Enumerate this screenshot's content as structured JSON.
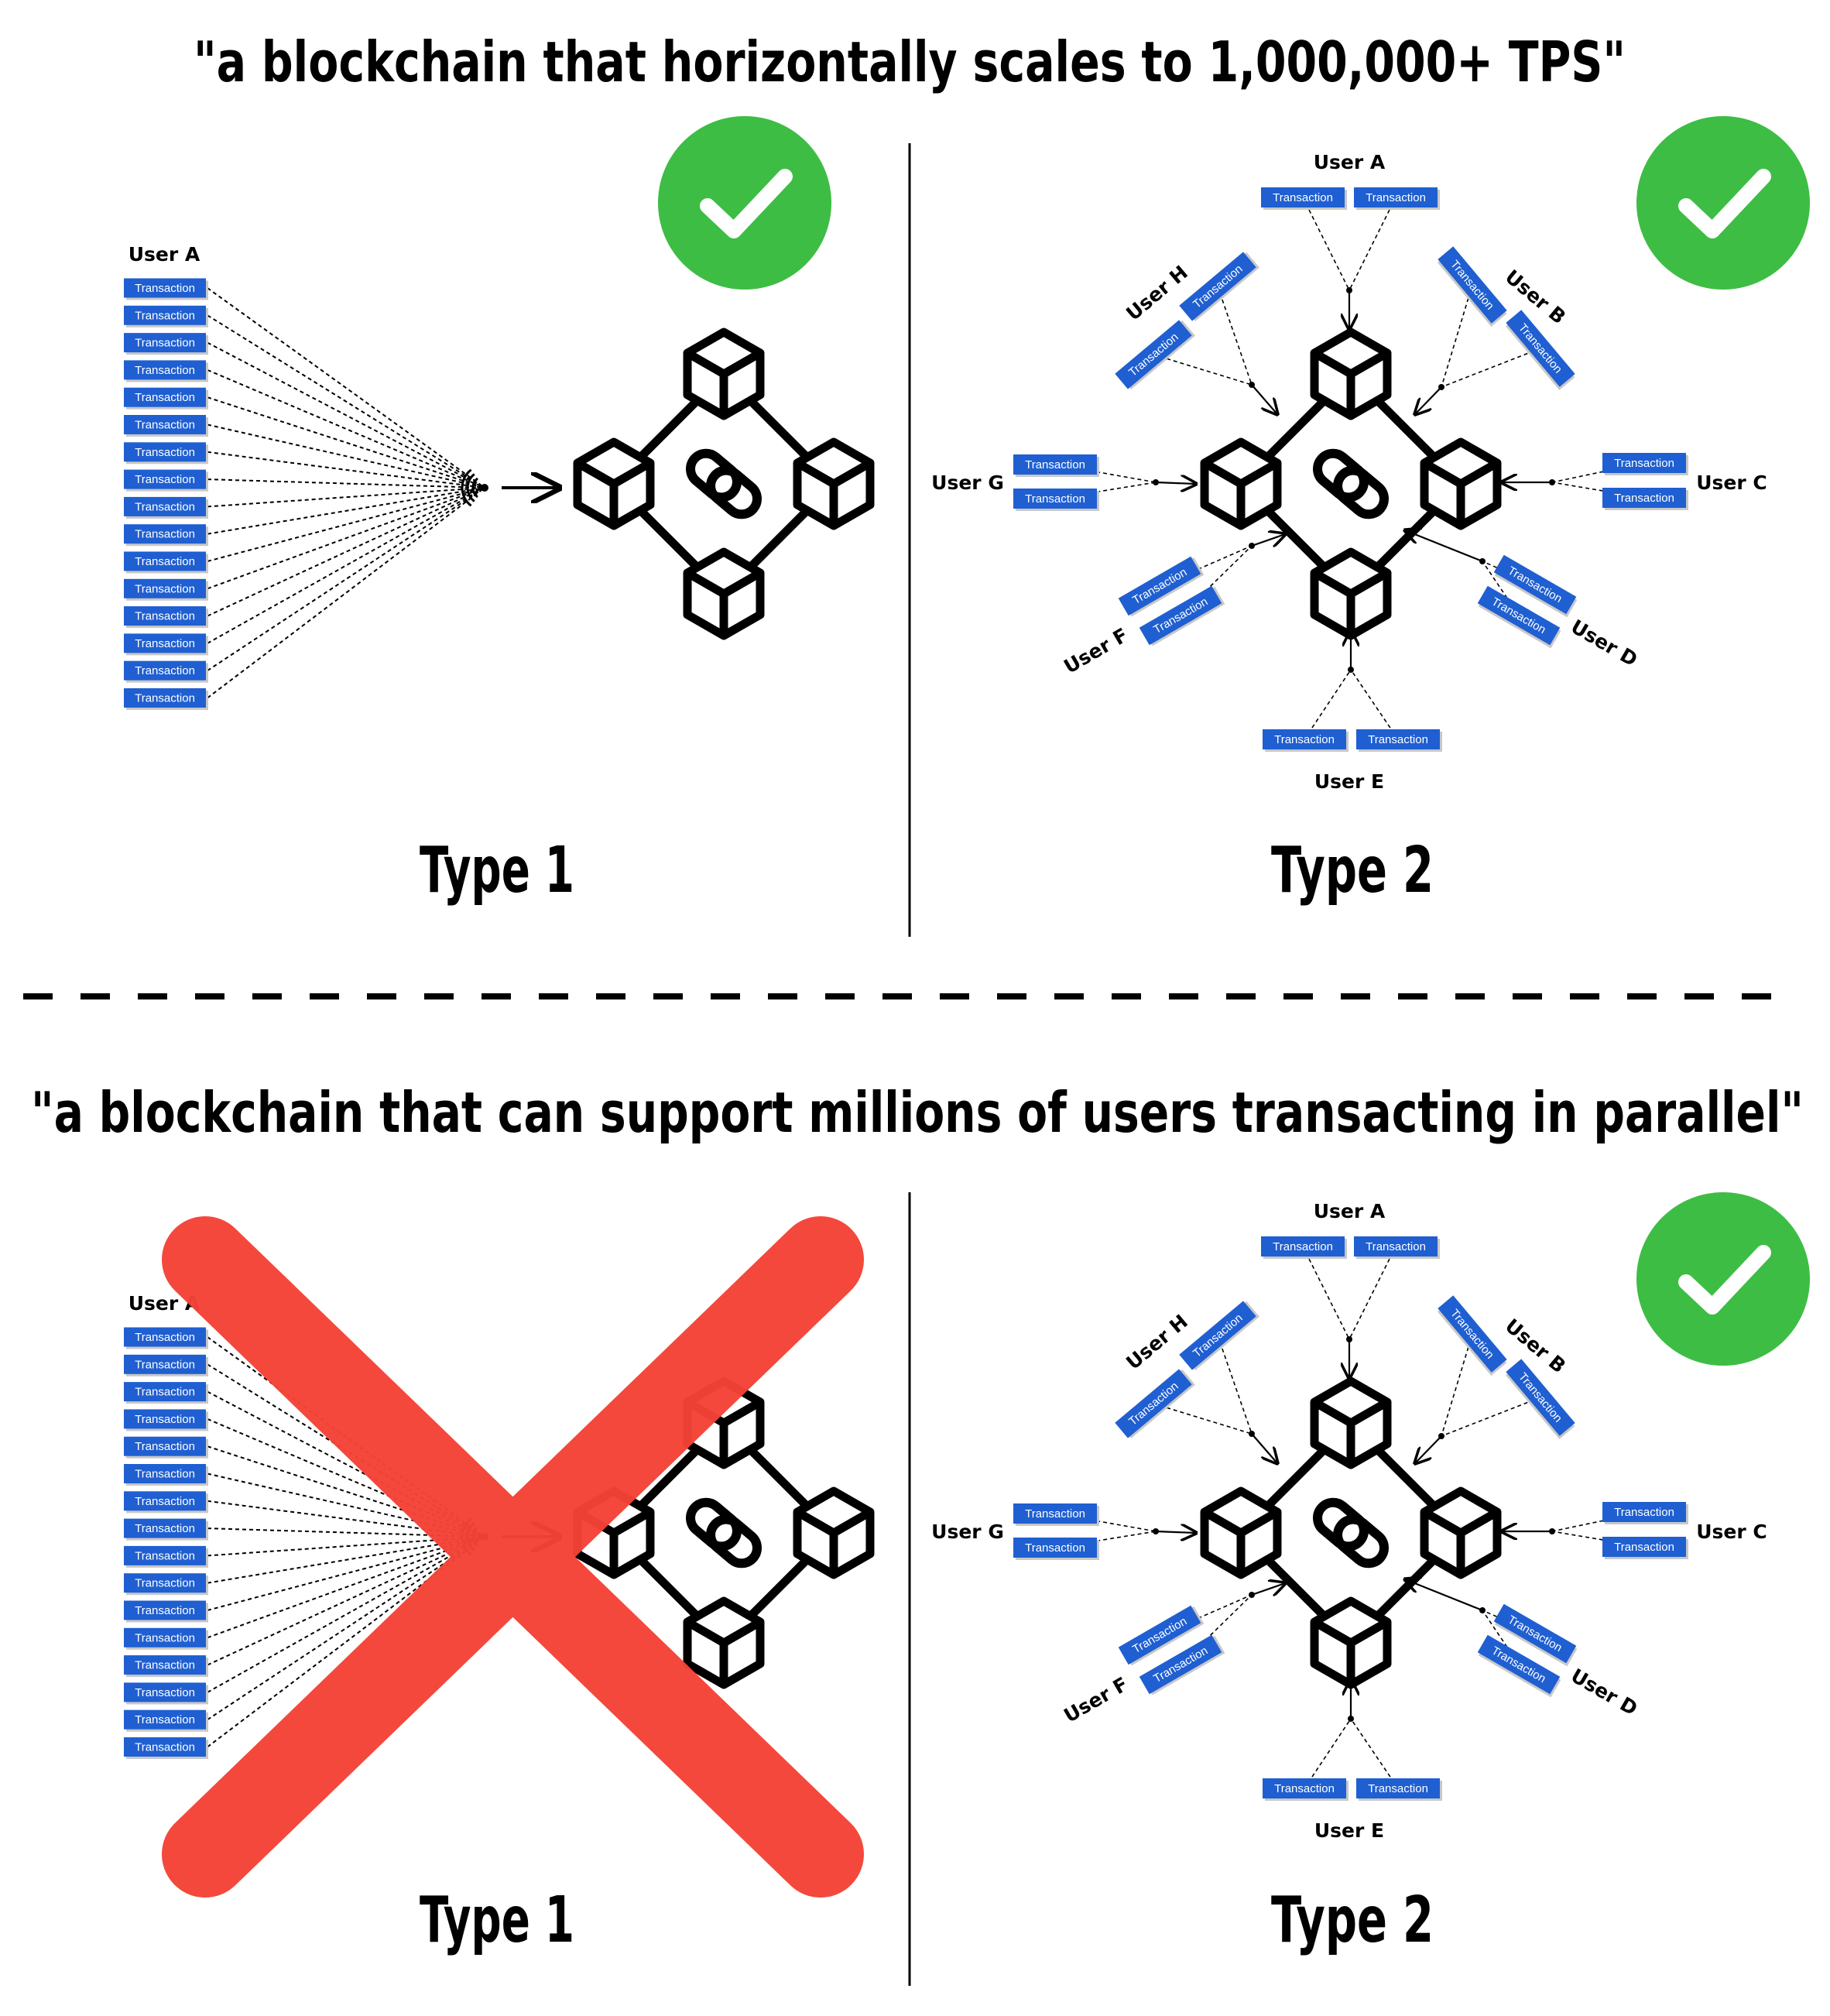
{
  "headline_top": "\"a blockchain that horizontally scales to 1,000,000+ TPS\"",
  "headline_bottom": "\"a blockchain that can support millions of users transacting in parallel\"",
  "type1_label": "Type 1",
  "type2_label": "Type 2",
  "transaction_label": "Transaction",
  "type1_user": "User A",
  "type1_transaction_count": 16,
  "type2_users": [
    "User A",
    "User B",
    "User C",
    "User D",
    "User E",
    "User F",
    "User G",
    "User H"
  ],
  "transactions_per_user": 2,
  "panels": [
    {
      "position": "top-left",
      "type": "Type 1",
      "verdict": "check"
    },
    {
      "position": "top-right",
      "type": "Type 2",
      "verdict": "check"
    },
    {
      "position": "bottom-left",
      "type": "Type 1",
      "verdict": "cross"
    },
    {
      "position": "bottom-right",
      "type": "Type 2",
      "verdict": "check"
    }
  ],
  "colors": {
    "transaction_box": "#1f5fd1",
    "check_green": "#3dbd44",
    "cross_red": "#f44336",
    "text": "#000000"
  },
  "icons": [
    "blockchain-network-icon",
    "check-icon",
    "cross-icon",
    "arrow-right-icon",
    "signal-icon"
  ]
}
